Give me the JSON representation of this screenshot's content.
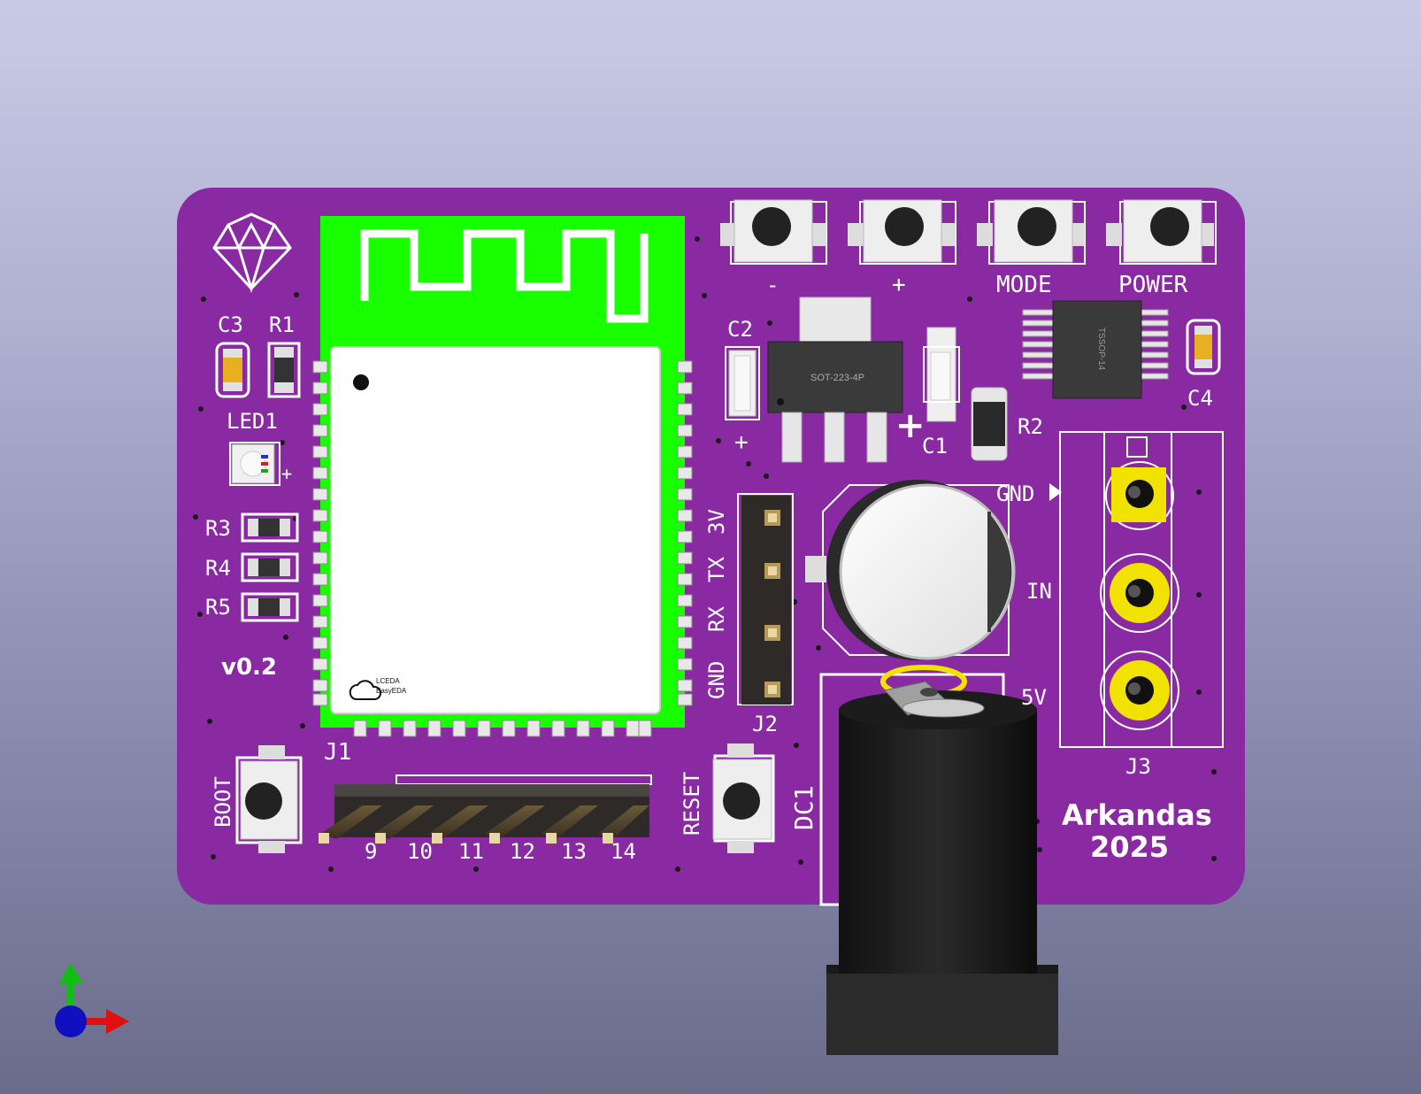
{
  "pcb": {
    "board_color": "#8a2aa3",
    "antenna_color": "#18ff00",
    "logo_icon": "diamond-logo-icon",
    "version": "v0.2",
    "credit_name": "Arkandas",
    "credit_year": "2025",
    "module_logo_line1": "LCEDA",
    "module_logo_line2": "EasyEDA",
    "regulator_marking": "SOT-223-4P",
    "ic_marking": "TSSOP-14"
  },
  "buttons": {
    "minus": "-",
    "plus": "+",
    "mode": "MODE",
    "power": "POWER",
    "boot": "BOOT",
    "reset": "RESET"
  },
  "refs": {
    "c1": "C1",
    "c2": "C2",
    "c3": "C3",
    "c4": "C4",
    "r1": "R1",
    "r2": "R2",
    "r3": "R3",
    "r4": "R4",
    "r5": "R5",
    "led1": "LED1",
    "j1": "J1",
    "j2": "J2",
    "j3": "J3",
    "dc1": "DC1"
  },
  "polarity": {
    "c2": "+",
    "c1": "+",
    "led": "+"
  },
  "j2_pins": [
    "3V",
    "TX",
    "RX",
    "GND"
  ],
  "j3_pins": [
    "GND",
    "IN",
    "5V"
  ],
  "j1_pins": [
    "9",
    "10",
    "11",
    "12",
    "13",
    "14"
  ],
  "axis_gizmo": {
    "icon": "axis-gizmo-icon",
    "x_color": "#e01010",
    "y_color": "#10c010",
    "z_color": "#1010c0"
  }
}
